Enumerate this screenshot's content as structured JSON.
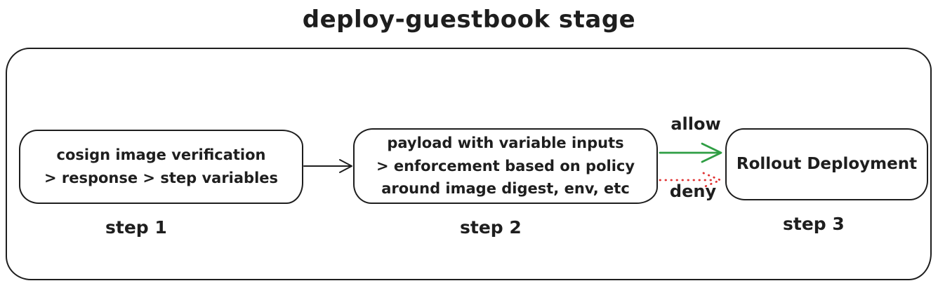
{
  "title": "deploy-guestbook stage",
  "colors": {
    "stroke": "#1e1e1e",
    "background": "#ffffff"
  },
  "steps": [
    {
      "label": "step 1",
      "lines": [
        "cosign image verification",
        "> response > step variables"
      ]
    },
    {
      "label": "step 2",
      "lines": [
        "payload with variable inputs",
        "> enforcement based on policy",
        "around image digest, env, etc"
      ]
    },
    {
      "label": "step 3",
      "lines": [
        "Rollout Deployment"
      ]
    }
  ],
  "edges": {
    "step1_to_step2": {
      "style": "solid",
      "color": "#1e1e1e"
    },
    "allow": {
      "label": "allow",
      "style": "solid",
      "color": "#2f9e44"
    },
    "deny": {
      "label": "deny",
      "style": "dotted",
      "color": "#e03131"
    }
  }
}
